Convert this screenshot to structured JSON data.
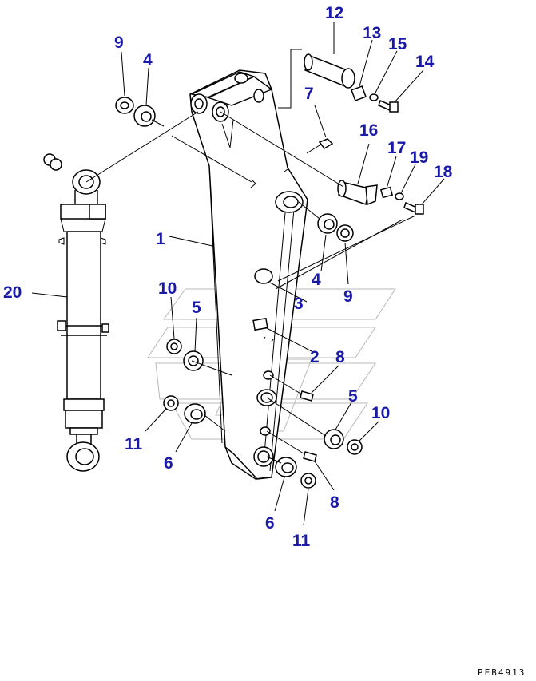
{
  "diagram": {
    "part_numbers": [
      "1",
      "2",
      "3",
      "4",
      "4",
      "5",
      "5",
      "6",
      "6",
      "7",
      "8",
      "8",
      "9",
      "9",
      "10",
      "10",
      "11",
      "11",
      "12",
      "13",
      "14",
      "15",
      "16",
      "17",
      "18",
      "19",
      "20"
    ],
    "drawing_code": "PEB4913",
    "colors": {
      "label": "#1a1aa8",
      "line": "#000000",
      "watermark": "#b8b8b8"
    }
  }
}
